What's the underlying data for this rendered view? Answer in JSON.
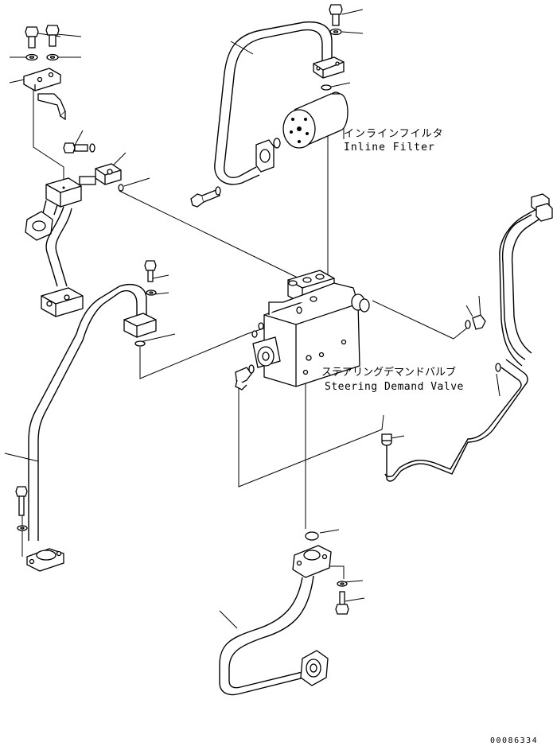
{
  "labels": {
    "inline_filter_jp": "インラインフイルタ",
    "inline_filter_en": "Inline Filter",
    "steering_valve_jp": "ステアリングデマンドバルブ",
    "steering_valve_en": "Steering Demand Valve",
    "drawing_number": "00086334"
  },
  "colors": {
    "line": "#000000",
    "background": "#ffffff"
  }
}
